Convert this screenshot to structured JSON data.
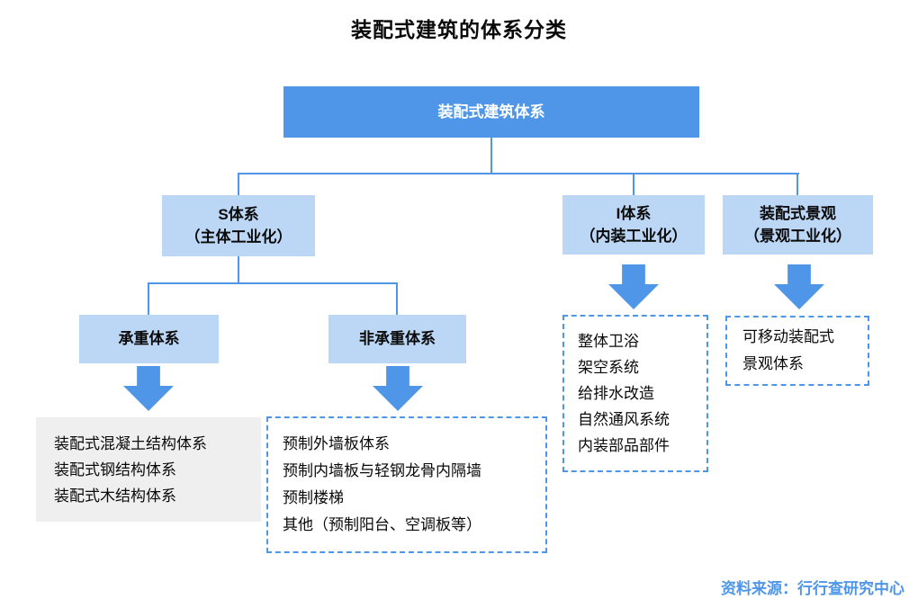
{
  "title": "装配式建筑的体系分类",
  "colors": {
    "primary_blue": "#4f96e9",
    "light_blue": "#bcd7f6",
    "gray_box": "#efefef",
    "text": "#0a0a0a",
    "root_text": "#ffffff"
  },
  "root": {
    "label": "装配式建筑体系"
  },
  "level2": [
    {
      "line1": "S体系",
      "line2": "（主体工业化）"
    },
    {
      "line1": "I体系",
      "line2": "（内装工业化）"
    },
    {
      "line1": "装配式景观",
      "line2": "（景观工业化）"
    }
  ],
  "level3": [
    {
      "label": "承重体系"
    },
    {
      "label": "非承重体系"
    }
  ],
  "boxes": {
    "load_bearing": {
      "items": [
        "装配式混凝土结构体系",
        "装配式钢结构体系",
        "装配式木结构体系"
      ]
    },
    "non_load_bearing": {
      "items": [
        "预制外墙板体系",
        "预制内墙板与轻钢龙骨内隔墙",
        "预制楼梯",
        "其他（预制阳台、空调板等）"
      ]
    },
    "i_system": {
      "items": [
        "整体卫浴",
        "架空系统",
        "给排水改造",
        "自然通风系统",
        "内装部品部件"
      ]
    },
    "landscape": {
      "items": [
        "可移动装配式",
        "景观体系"
      ]
    }
  },
  "source_note": "资料来源：行行查研究中心"
}
